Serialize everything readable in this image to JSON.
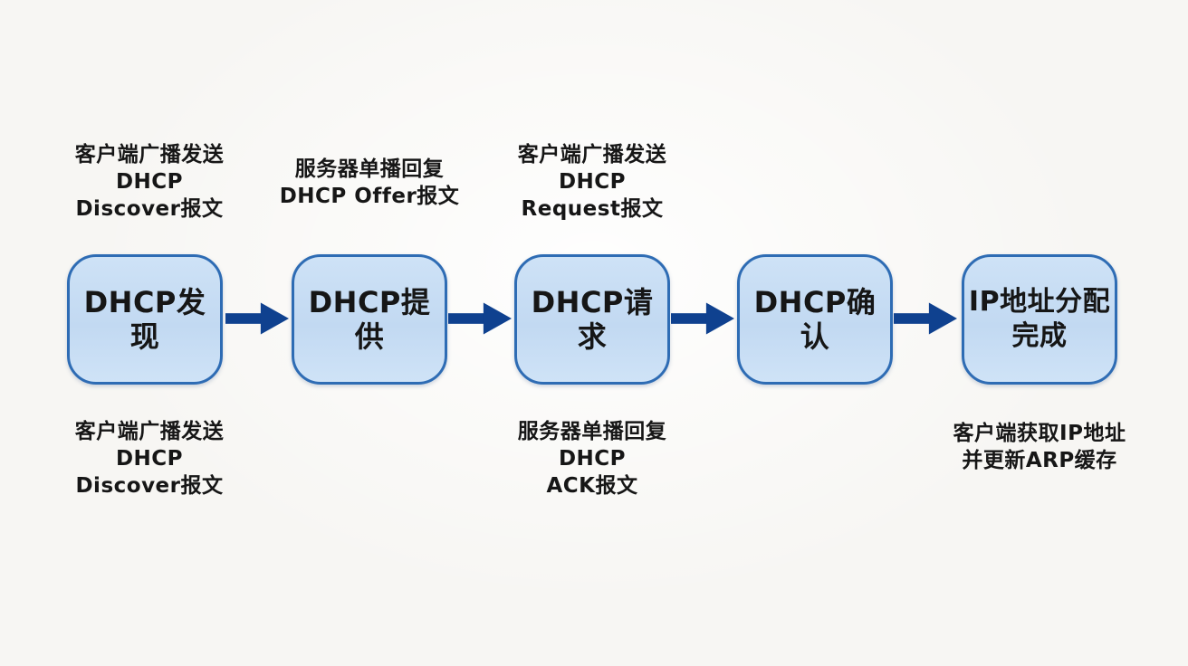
{
  "colors": {
    "background": "#f7f6f3",
    "box_fill_top": "#cee2f6",
    "box_fill_mid": "#c2d9f2",
    "box_fill_bottom": "#cfe3f7",
    "box_border": "#2e6cb4",
    "arrow": "#0f418f",
    "text": "#161616"
  },
  "diagram": {
    "type": "flowchart",
    "subject": "DHCP address allocation process"
  },
  "steps": [
    {
      "label": "DHCP发现",
      "top_note": "客户端广播发送\nDHCP\nDiscover报文",
      "bottom_note": "客户端广播发送\nDHCP\nDiscover报文"
    },
    {
      "label": "DHCP提供",
      "top_note": "服务器单播回复\nDHCP Offer报文"
    },
    {
      "label": "DHCP请求",
      "top_note": "客户端广播发送\nDHCP\nRequest报文",
      "bottom_note": "服务器单播回复\nDHCP\nACK报文"
    },
    {
      "label": "DHCP确认"
    },
    {
      "label": "IP地址分配\n完成",
      "bottom_note": "客户端获取IP地址\n并更新ARP缓存"
    }
  ]
}
